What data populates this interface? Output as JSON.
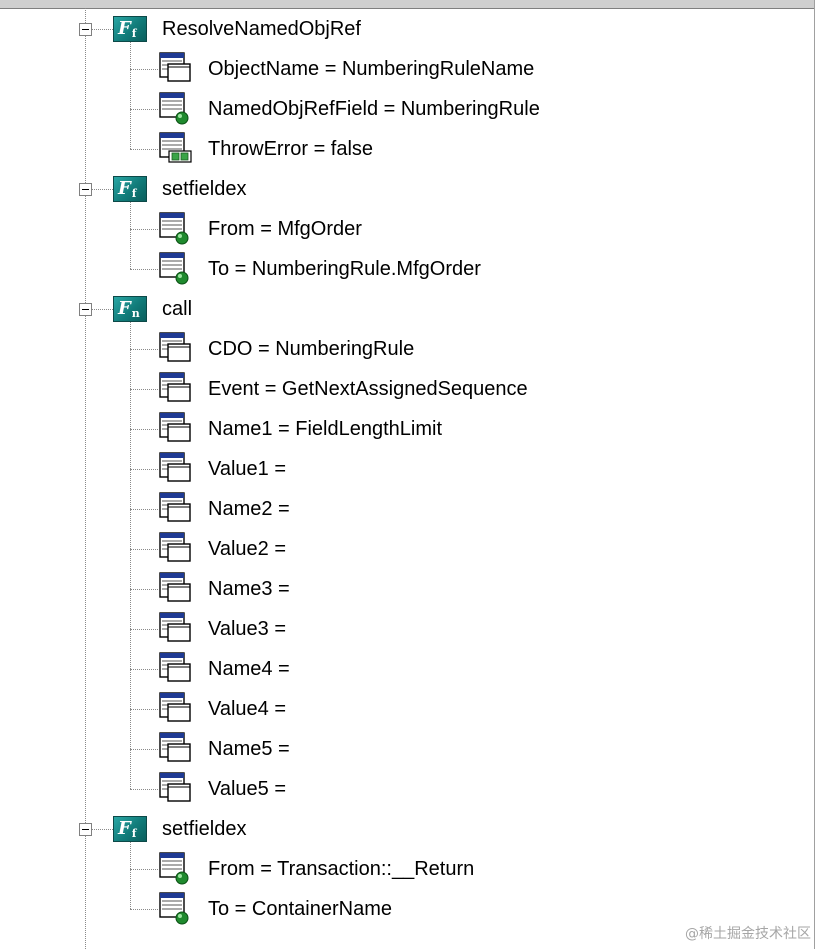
{
  "tree": [
    {
      "label": "ResolveNamedObjRef",
      "icon": "function-icon",
      "expanded": true,
      "children": [
        {
          "label": "ObjectName = NumberingRuleName",
          "icon": "table-param-icon"
        },
        {
          "label": "NamedObjRefField = NumberingRule",
          "icon": "field-param-icon"
        },
        {
          "label": "ThrowError = false",
          "icon": "bool-param-icon"
        }
      ]
    },
    {
      "label": "setfieldex",
      "icon": "function-icon",
      "expanded": true,
      "children": [
        {
          "label": "From = MfgOrder",
          "icon": "field-param-icon"
        },
        {
          "label": "To = NumberingRule.MfgOrder",
          "icon": "field-param-icon"
        }
      ]
    },
    {
      "label": "call",
      "icon": "call-function-icon",
      "expanded": true,
      "children": [
        {
          "label": "CDO = NumberingRule",
          "icon": "table-param-icon"
        },
        {
          "label": "Event = GetNextAssignedSequence",
          "icon": "table-param-icon"
        },
        {
          "label": "Name1 = FieldLengthLimit",
          "icon": "table-param-icon"
        },
        {
          "label": "Value1 =",
          "icon": "table-param-icon"
        },
        {
          "label": "Name2 =",
          "icon": "table-param-icon"
        },
        {
          "label": "Value2 =",
          "icon": "table-param-icon"
        },
        {
          "label": "Name3 =",
          "icon": "table-param-icon"
        },
        {
          "label": "Value3 =",
          "icon": "table-param-icon"
        },
        {
          "label": "Name4 =",
          "icon": "table-param-icon"
        },
        {
          "label": "Value4 =",
          "icon": "table-param-icon"
        },
        {
          "label": "Name5 =",
          "icon": "table-param-icon"
        },
        {
          "label": "Value5 =",
          "icon": "table-param-icon"
        }
      ]
    },
    {
      "label": "setfieldex",
      "icon": "function-icon",
      "expanded": true,
      "children": [
        {
          "label": "From = Transaction::__Return",
          "icon": "field-param-icon"
        },
        {
          "label": "To = ContainerName",
          "icon": "field-param-icon"
        }
      ]
    }
  ],
  "watermark": "@稀土掘金技术社区"
}
